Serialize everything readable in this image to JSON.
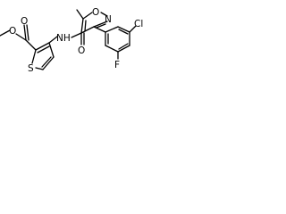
{
  "molecule": {
    "atoms": {
      "methyl_O": "O",
      "ester_O_double": "O",
      "thiophene_S": "S",
      "amide_N": "NH",
      "amide_O": "O",
      "ring_N": "N",
      "ring_O": "O",
      "chlorine": "Cl",
      "fluorine": "F"
    },
    "colors": {
      "bond": "#000000",
      "text": "#000000",
      "background": "#ffffff"
    }
  }
}
